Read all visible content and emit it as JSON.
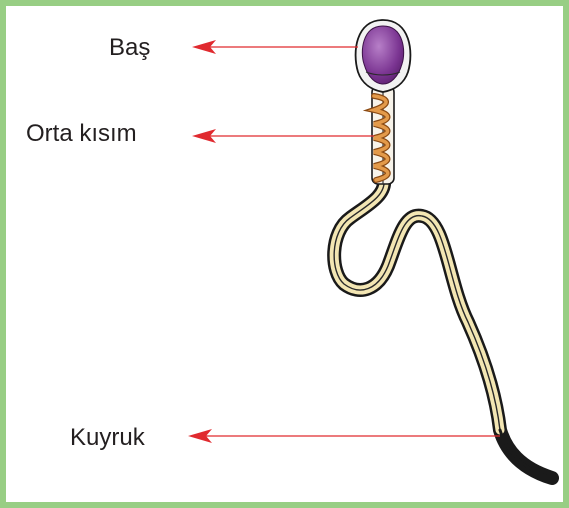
{
  "diagram": {
    "labels": {
      "head": "Baş",
      "midpiece": "Orta kısım",
      "tail": "Kuyruk"
    },
    "colors": {
      "frame": "#98ce84",
      "arrow": "#e02a2f",
      "head_fill": "#7b3592",
      "midpiece_helix": "#d98a3a",
      "tail_fill": "#f3e6b3",
      "outline": "#1a1a1a",
      "text": "#231f20"
    }
  }
}
